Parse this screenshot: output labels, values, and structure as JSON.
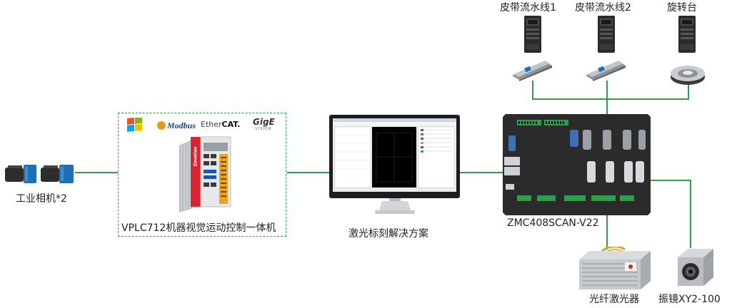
{
  "labels": {
    "cameras": "工业相机*2",
    "vplc": "VPLC712机器视觉运动控制一体机",
    "software": "激光标刻解决方案",
    "controller": "ZMC408SCAN-V22",
    "belt1": "皮带流水线1",
    "belt2": "皮带流水线2",
    "rotary": "旋转台",
    "fiber_laser": "光纤激光器",
    "galvo": "振镜XY2-100"
  },
  "protocols": {
    "modbus": "Modbus",
    "ethercat_prefix": "Ether",
    "ethercat_suffix": "CAT.",
    "gige": "GigE",
    "gige_sub": "VISION"
  },
  "brand": {
    "zmotion": "Zmotion"
  },
  "colors": {
    "wire": "#2e9e4a",
    "dashed_border": "#2e9e4a",
    "brand_red": "#d9232d",
    "device_dark": "#2b2b2b",
    "camera_blue": "#1f6fb5"
  }
}
